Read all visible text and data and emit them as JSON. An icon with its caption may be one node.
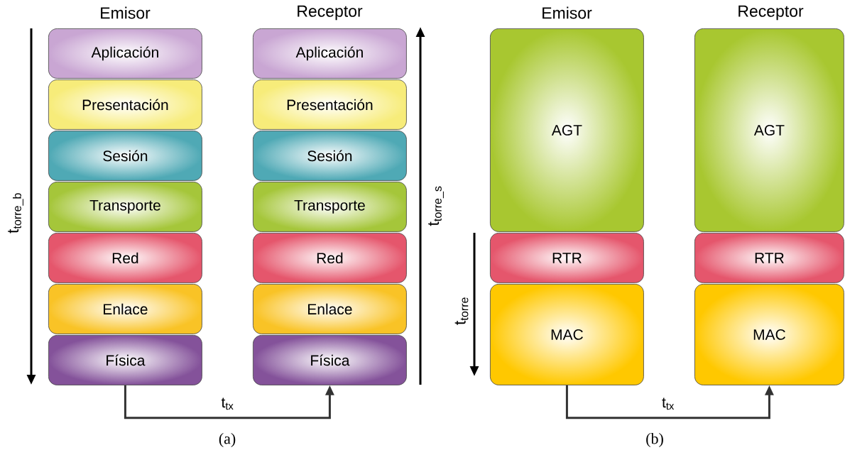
{
  "diagram": {
    "nodes": [
      {
        "text": [
          "Aplicación"
        ]
      },
      {
        "text": [
          "Presentación"
        ]
      },
      {
        "text": [
          "Sesión"
        ]
      },
      {
        "text": [
          "Transporte"
        ]
      },
      {
        "text": [
          "Red"
        ]
      },
      {
        "text": [
          "Enlace"
        ]
      },
      {
        "text": [
          "Física"
        ]
      },
      {
        "text": [
          "Aplicación"
        ]
      },
      {
        "text": [
          "Presentación"
        ]
      },
      {
        "text": [
          "Sesión"
        ]
      },
      {
        "text": [
          "Transporte"
        ]
      },
      {
        "text": [
          "Red"
        ]
      },
      {
        "text": [
          "Enlace"
        ]
      },
      {
        "text": [
          "Física"
        ]
      },
      {
        "text": [
          "AGT"
        ]
      },
      {
        "text": [
          "RTR"
        ]
      },
      {
        "text": [
          "MAC"
        ]
      },
      {
        "text": [
          "AGT"
        ]
      },
      {
        "text": [
          "RTR"
        ]
      },
      {
        "text": [
          "MAC"
        ]
      }
    ],
    "edges": [
      {
        "from": 6,
        "to": 13,
        "arrow": "to",
        "label": "t$_{tx}$"
      },
      {
        "from": 16,
        "to": 19,
        "arrow": "to",
        "label": "t$_{tx}$"
      }
    ],
    "labels": [
      "Emisor",
      "Receptor",
      "Emisor",
      "Receptor",
      "t$_{torre_b}$",
      "t$_{torre_s}$",
      "t$_{torre}$",
      "(a)",
      "(b)"
    ]
  }
}
